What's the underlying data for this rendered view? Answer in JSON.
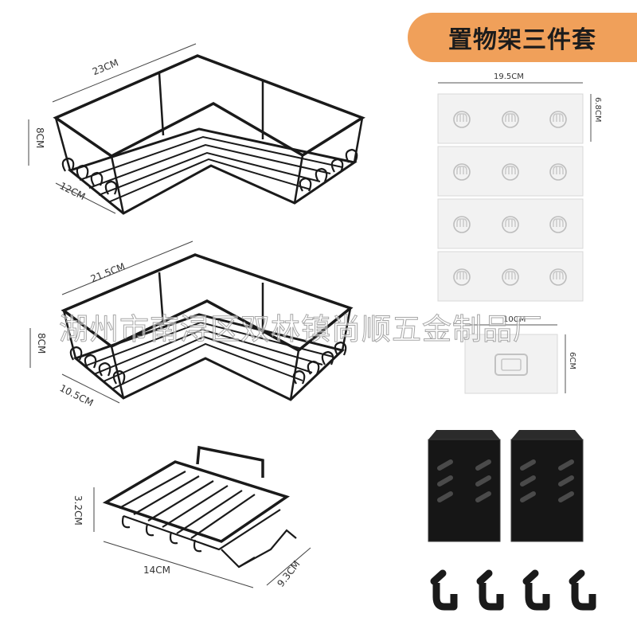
{
  "title": "置物架三件套",
  "watermark": "湖州市南浔区双林镇尚顺五金制品厂",
  "rack_corner_large": {
    "width_label": "23CM",
    "height_label": "8CM",
    "depth_label": "12CM"
  },
  "rack_corner_medium": {
    "width_label": "21.5CM",
    "height_label": "8CM",
    "depth_label": "10.5CM"
  },
  "soap_dish": {
    "height_label": "3.2CM",
    "width_label": "14CM",
    "depth_label": "9.3CM"
  },
  "adhesive_strip": {
    "width_label": "19.5CM",
    "height_label": "6.8CM",
    "count": 4
  },
  "adhesive_single": {
    "width_label": "10CM",
    "height_label": "6CM"
  },
  "holders": {
    "count": 2
  },
  "hooks": {
    "count": 4
  },
  "colors": {
    "badge": "#f0a05a",
    "metal": "#1a1a1a",
    "pad": "#f1f1f1"
  }
}
